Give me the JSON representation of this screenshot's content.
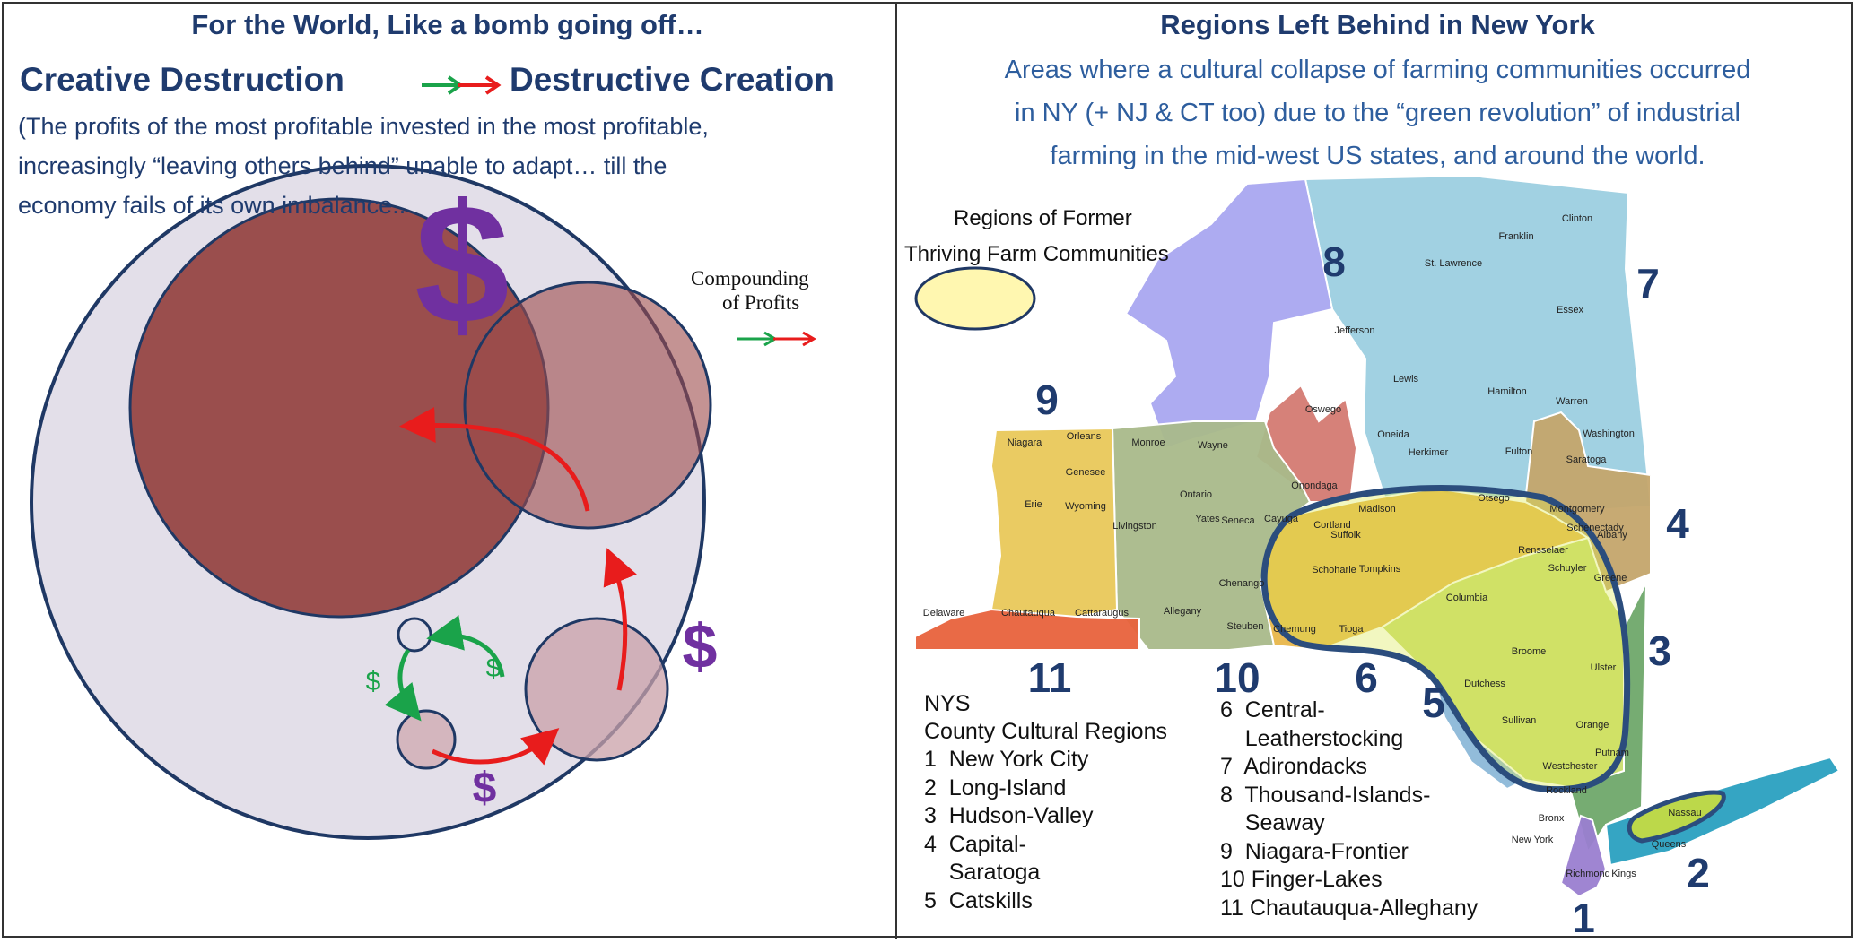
{
  "left": {
    "title": "For the World, Like a bomb going off…",
    "heading_left": "Creative Destruction",
    "heading_right": "Destructive Creation",
    "desc_lines": [
      "(The profits of the most profitable invested in the most profitable,",
      "increasingly “leaving others behind” unable to adapt… till the",
      "economy fails of its own imbalance.."
    ],
    "compounding_line1": "Compounding",
    "compounding_line2": "of Profits",
    "dollar": "$",
    "colors": {
      "navy": "#1f3864",
      "purple": "#7030a0",
      "green": "#1aa34a",
      "red": "#e81c1c",
      "outer_fill": "#e3dfe9"
    }
  },
  "right": {
    "title": "Regions Left Behind in New York",
    "desc_lines": [
      "Areas where a cultural collapse of farming communities occurred",
      "in NY (+ NJ & CT too) due to the “green revolution” of industrial",
      "farming in the mid-west US states, and around the world."
    ],
    "legend_line1": "Regions of Former",
    "legend_line2": "Thriving Farm Communities",
    "region_numbers": [
      "1",
      "2",
      "3",
      "4",
      "5",
      "6",
      "7",
      "8",
      "9",
      "10",
      "11"
    ],
    "counties": [
      "St. Lawrence",
      "Franklin",
      "Clinton",
      "Jefferson",
      "Lewis",
      "Essex",
      "Hamilton",
      "Warren",
      "Washington",
      "Oswego",
      "Oneida",
      "Herkimer",
      "Fulton",
      "Saratoga",
      "Niagara",
      "Orleans",
      "Monroe",
      "Wayne",
      "Genesee",
      "Onondaga",
      "Ontario",
      "Erie",
      "Wyoming",
      "Livingston",
      "Yates",
      "Seneca",
      "Cayuga",
      "Cortland",
      "Madison",
      "Otsego",
      "Montgomery",
      "Schenectady",
      "Albany",
      "Rensselaer",
      "Schoharie",
      "Tompkins",
      "Chenango",
      "Schuyler",
      "Greene",
      "Columbia",
      "Delaware",
      "Chautauqua",
      "Cattaraugus",
      "Allegany",
      "Steuben",
      "Chemung",
      "Tioga",
      "Broome",
      "Ulster",
      "Dutchess",
      "Sullivan",
      "Orange",
      "Putnam",
      "Westchester",
      "Rockland",
      "Bronx",
      "New York",
      "Richmond",
      "Kings",
      "Queens",
      "Nassau",
      "Suffolk"
    ],
    "key_title_1": "NYS",
    "key_title_2": "County Cultural Regions",
    "key_col1": [
      "1  New York City",
      "2  Long-Island",
      "3  Hudson-Valley",
      "4  Capital-",
      "    Saratoga",
      "5  Catskills"
    ],
    "key_col2": [
      "6  Central-",
      "    Leatherstocking",
      "7  Adirondacks",
      "8  Thousand-Islands-",
      "    Seaway",
      "9  Niagara-Frontier",
      "10 Finger-Lakes",
      "11 Chautauqua-Alleghany"
    ]
  }
}
